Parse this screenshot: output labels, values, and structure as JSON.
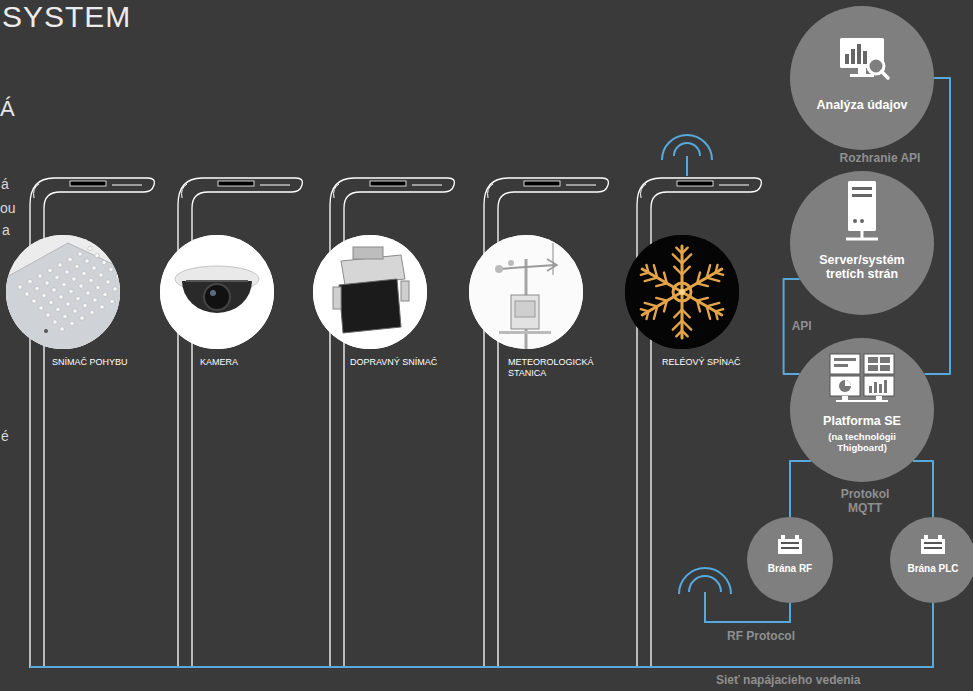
{
  "diagram": {
    "title": "SYSTEM",
    "nodes": [
      {
        "text": [
          "SNÍMAČ POHYBU"
        ]
      },
      {
        "text": [
          "KAMERA"
        ]
      },
      {
        "text": [
          "DOPRAVNÝ SNÍMAČ"
        ]
      },
      {
        "text": [
          "METEOROLOGICKÁ STANICA"
        ]
      },
      {
        "text": [
          "RELÉOVÝ SPÍNAČ"
        ]
      },
      {
        "text": [
          "Analýza údajov"
        ]
      },
      {
        "text": [
          "Server/systém tretích strán"
        ]
      },
      {
        "text": [
          "Platforma SE",
          "(na technológii Thigboard)"
        ]
      },
      {
        "text": [
          "Brána RF"
        ]
      },
      {
        "text": [
          "Brána PLC"
        ]
      }
    ],
    "edges": [
      {
        "from": 5,
        "to": 7,
        "arrow": "none"
      },
      {
        "from": 6,
        "to": 7,
        "label": "API",
        "arrow": "none"
      },
      {
        "from": 7,
        "to": 8,
        "arrow": "none"
      },
      {
        "from": 7,
        "to": 9,
        "arrow": "none"
      }
    ],
    "labels": [
      "Á",
      "á",
      "ou",
      "a",
      "é",
      "Rozhranie API",
      "Protokol MQTT",
      "RF Protocol",
      "Sieť napájacieho vedenia"
    ]
  }
}
